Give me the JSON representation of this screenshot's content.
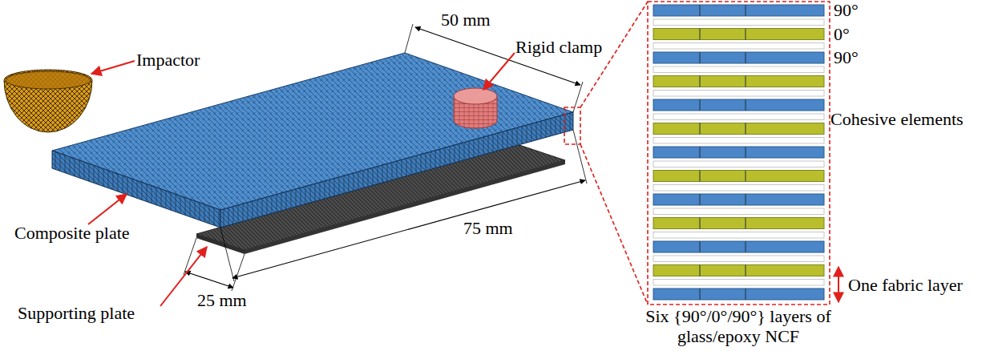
{
  "diagram": {
    "labels": [
      "Impactor",
      "Rigid clamp",
      "50 mm",
      "Composite plate",
      "75 mm",
      "25 mm",
      "Supporting plate",
      "90°",
      "0°",
      "90°",
      "Cohesive elements",
      "One fabric layer",
      "Six {90°/0°/90°} layers of glass/epoxy NCF"
    ]
  }
}
